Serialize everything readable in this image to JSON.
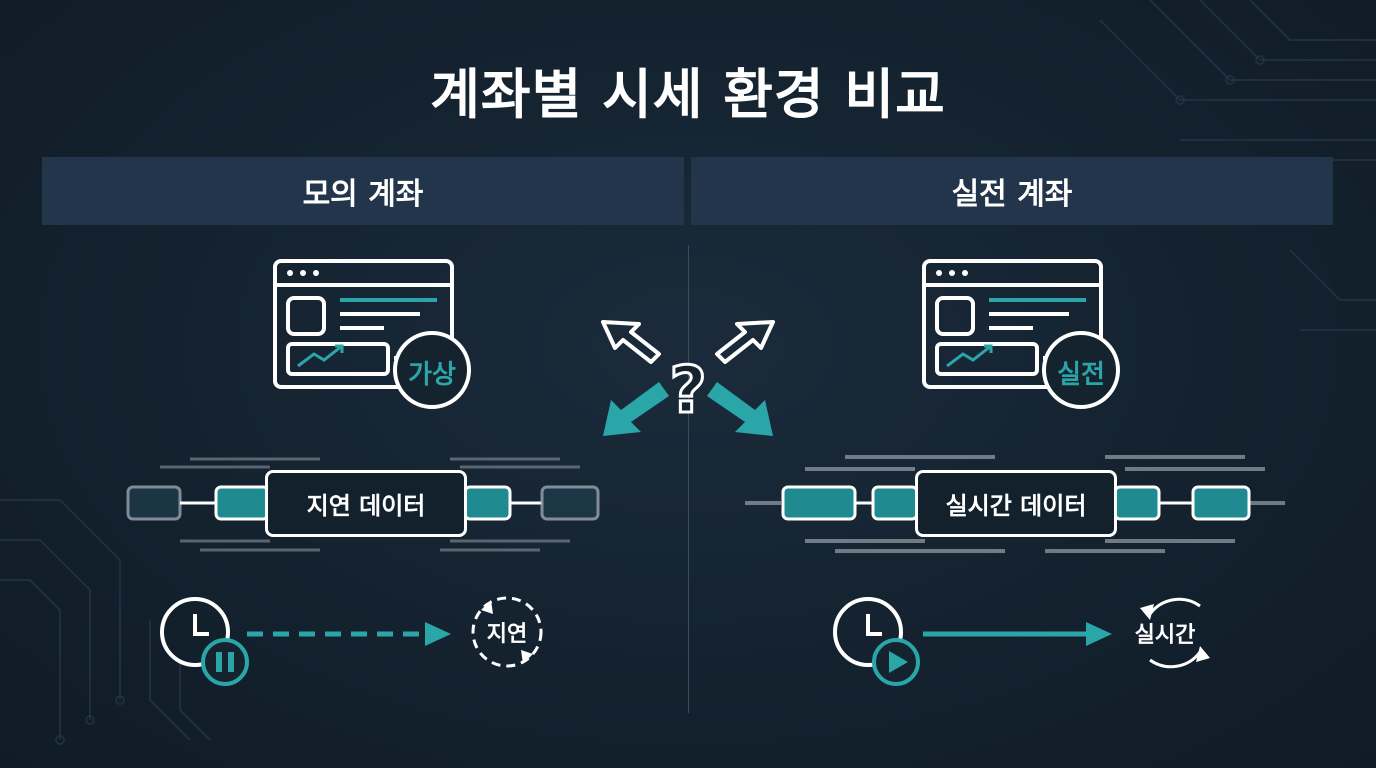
{
  "title": "계좌별 시세 환경 비교",
  "colors": {
    "accent": "#2aa5a8",
    "background": "#15232f",
    "header": "#23354b",
    "line": "#ffffff"
  },
  "left": {
    "header": "모의 계좌",
    "badge": "가상",
    "data_label": "지연 데이터",
    "cycle_label": "지연",
    "clock_status_icon": "pause-icon",
    "arrow_style": "dashed"
  },
  "right": {
    "header": "실전 계좌",
    "badge": "실전",
    "data_label": "실시간 데이터",
    "cycle_label": "실시간",
    "clock_status_icon": "play-icon",
    "arrow_style": "solid"
  },
  "center": {
    "symbol": "?"
  }
}
